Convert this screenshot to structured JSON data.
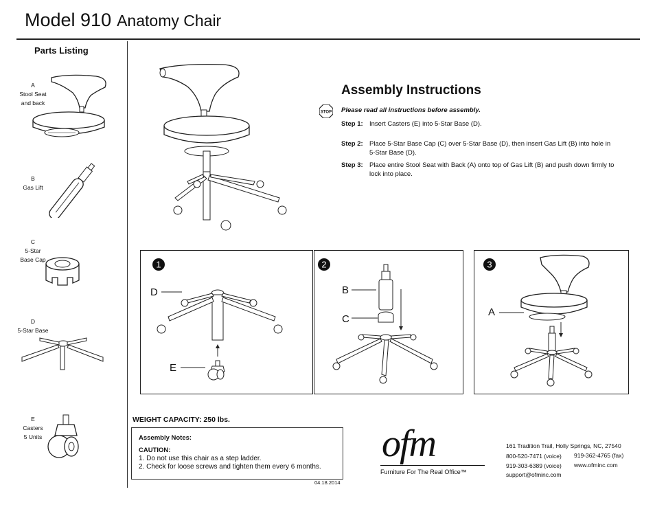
{
  "header": {
    "model": "Model 910",
    "subtitle": "Anatomy Chair"
  },
  "parts": {
    "title": "Parts Listing",
    "items": [
      {
        "letter": "A",
        "line1": "Stool Seat",
        "line2": "and back"
      },
      {
        "letter": "B",
        "line1": "Gas Lift",
        "line2": ""
      },
      {
        "letter": "C",
        "line1": "5-Star",
        "line2": "Base Cap"
      },
      {
        "letter": "D",
        "line1": "5-Star Base",
        "line2": ""
      },
      {
        "letter": "E",
        "line1": "Casters",
        "line2": "5 Units"
      }
    ]
  },
  "assembly": {
    "title": "Assembly Instructions",
    "stop_label": "STOP",
    "read_first": "Please read all instructions before assembly.",
    "steps": [
      {
        "label": "Step 1:",
        "text": "Insert Casters (E) into 5-Star Base (D)."
      },
      {
        "label": "Step 2:",
        "text": "Place 5-Star Base Cap (C) over 5-Star Base (D), then insert Gas Lift (B) into hole in 5-Star Base (D)."
      },
      {
        "label": "Step 3:",
        "text": "Place entire Stool Seat with Back (A) onto top of Gas Lift (B) and push down firmly to lock into place."
      }
    ]
  },
  "panels": [
    {
      "number": "1",
      "callouts": [
        "D",
        "E"
      ]
    },
    {
      "number": "2",
      "callouts": [
        "B",
        "C"
      ]
    },
    {
      "number": "3",
      "callouts": [
        "A"
      ]
    }
  ],
  "weight": "WEIGHT CAPACITY: 250 lbs.",
  "notes": {
    "title": "Assembly Notes:",
    "caution": "CAUTION:",
    "items": [
      "1. Do not use this chair as a step ladder.",
      "2. Check for loose screws and tighten them every 6 months."
    ]
  },
  "date": "04.18.2014",
  "company": {
    "logo_text": "ofm",
    "tagline": "Furniture For The Real Office™",
    "address": "161 Tradition Trail,  Holly Springs, NC, 27540",
    "voice1": "800-520-7471 (voice)",
    "fax": "919-362-4765 (fax)",
    "voice2": "919-303-6389 (voice)",
    "web": "www.ofminc.com",
    "email": "support@ofminc.com"
  }
}
